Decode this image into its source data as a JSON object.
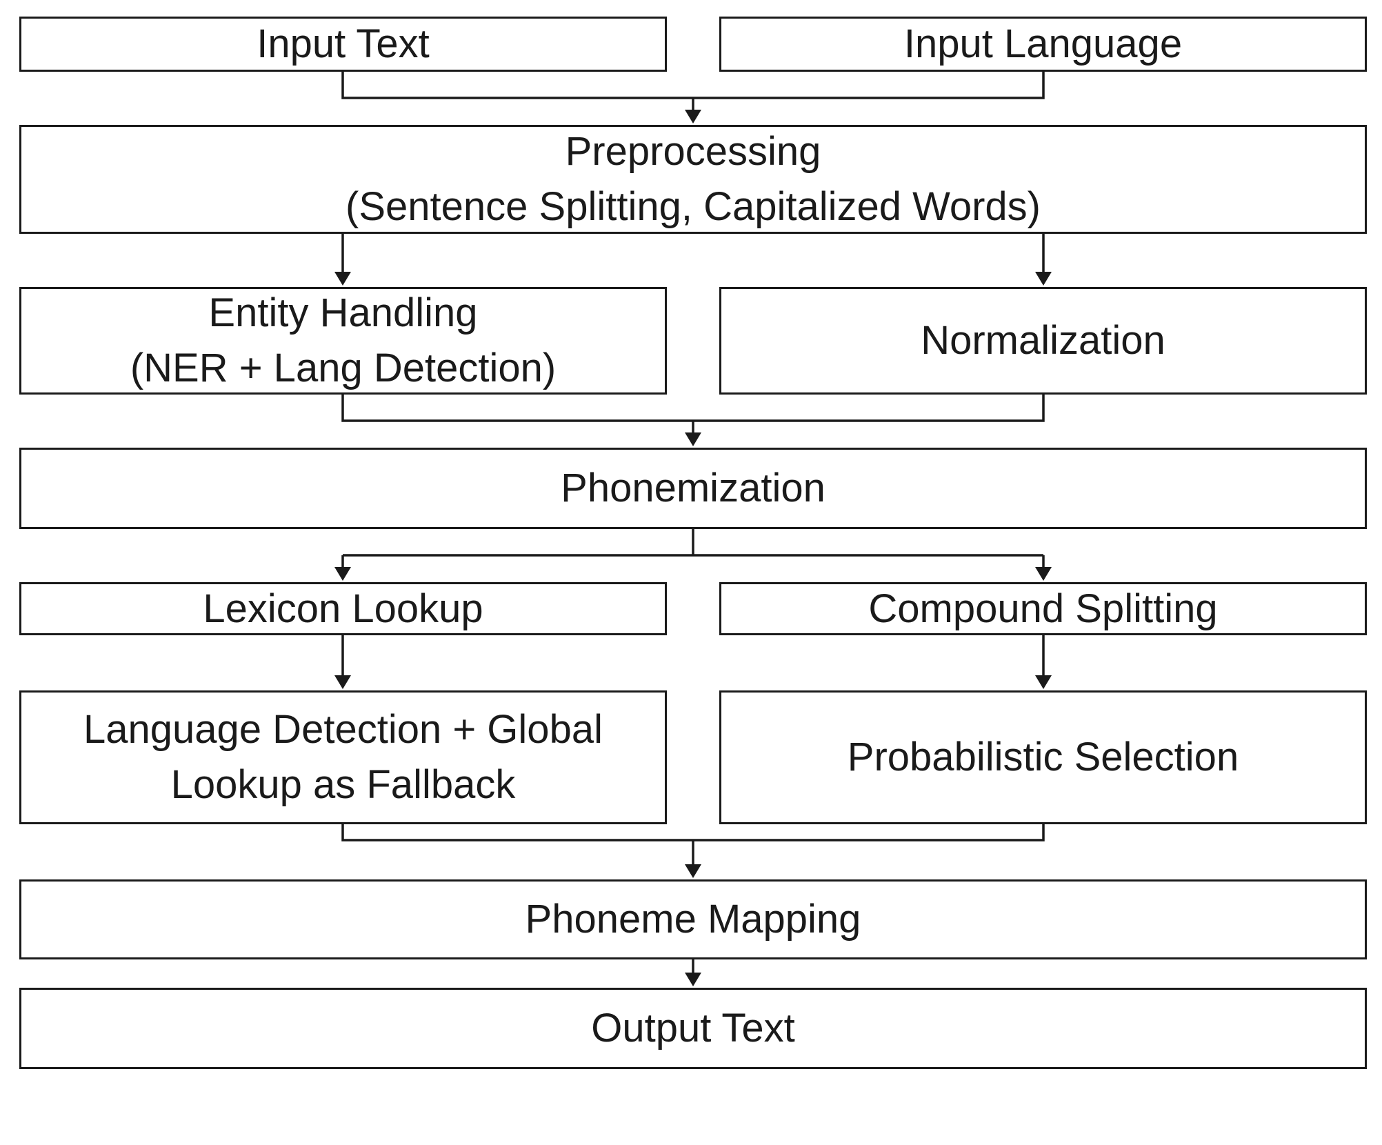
{
  "diagram": {
    "boxes": {
      "input_text": "Input Text",
      "input_language": "Input Language",
      "preprocessing": "Preprocessing\n(Sentence Splitting, Capitalized Words)",
      "entity_handling": "Entity Handling\n(NER + Lang Detection)",
      "normalization": "Normalization",
      "phonemization": "Phonemization",
      "lexicon_lookup": "Lexicon Lookup",
      "compound_splitting": "Compound Splitting",
      "language_detection_fallback": "Language Detection + Global\nLookup as Fallback",
      "probabilistic_selection": "Probabilistic Selection",
      "phoneme_mapping": "Phoneme Mapping",
      "output_text": "Output Text"
    },
    "colors": {
      "stroke": "#1a1a1a",
      "fill": "#ffffff",
      "text": "#1a1a1a"
    }
  }
}
